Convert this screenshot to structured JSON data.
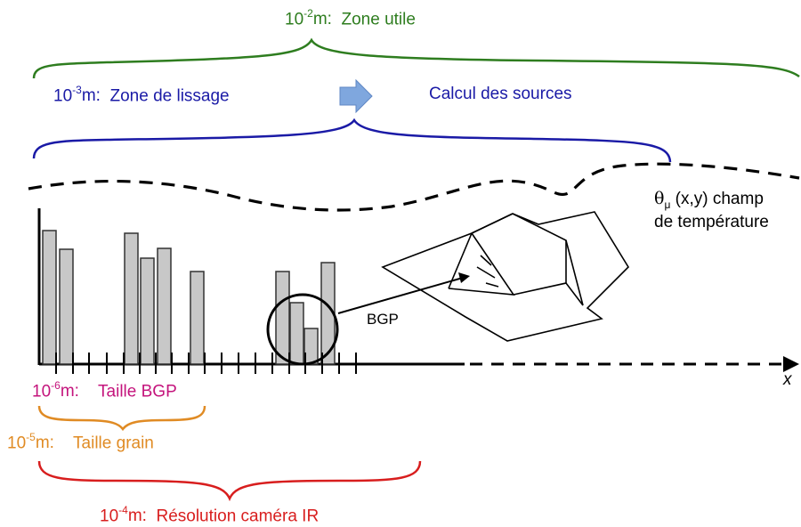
{
  "colors": {
    "green": "#2e7d1f",
    "blue": "#1a1aa6",
    "red": "#d81e1e",
    "orange": "#e08b24",
    "magenta": "#c4147c",
    "bar_fill": "#c8c8c8",
    "arrow_fill": "#7fa7de",
    "black": "#000000"
  },
  "labels": {
    "zone_utile": {
      "base": "10",
      "exp": "-2",
      "unit": " m:",
      "text": "Zone utile"
    },
    "zone_lissage": {
      "base": "10",
      "exp": "-3",
      "unit": " m:",
      "text": "Zone de lissage"
    },
    "calcul_sources": "Calcul des sources",
    "champ_temp_line1": "(x,y)  champ",
    "champ_temp_symbol": "θ",
    "champ_temp_sub": "μ",
    "champ_temp_line2": "de température",
    "bgp": "BGP",
    "x_axis": "x",
    "taille_bgp": {
      "base": "10",
      "exp": "-6",
      "unit": " m:",
      "text": "Taille BGP"
    },
    "taille_grain": {
      "base": "10",
      "exp": "-5",
      "unit": " m:",
      "text": "Taille grain"
    },
    "resolution": {
      "base": "10",
      "exp": "-4",
      "unit": " m:",
      "text": "Résolution caméra IR"
    }
  },
  "icons": [
    "arrow-right-icon",
    "magnifier-circle-icon"
  ]
}
